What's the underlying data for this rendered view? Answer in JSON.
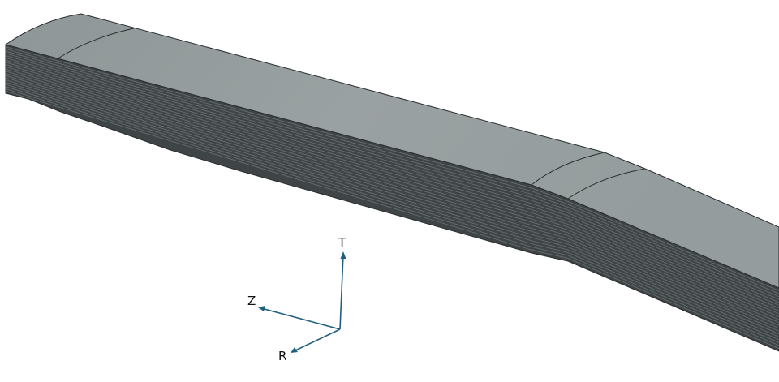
{
  "viewport": {
    "model": "layered-laminate-part",
    "colors": {
      "top_face": "#939b9c",
      "side_face": "#3f4546",
      "ply_line": "#6b7273",
      "edge": "#2a2e2f",
      "triad": "#1f5f80"
    },
    "ply_count": 22
  },
  "triad": {
    "t_label": "T",
    "z_label": "Z",
    "r_label": "R"
  }
}
